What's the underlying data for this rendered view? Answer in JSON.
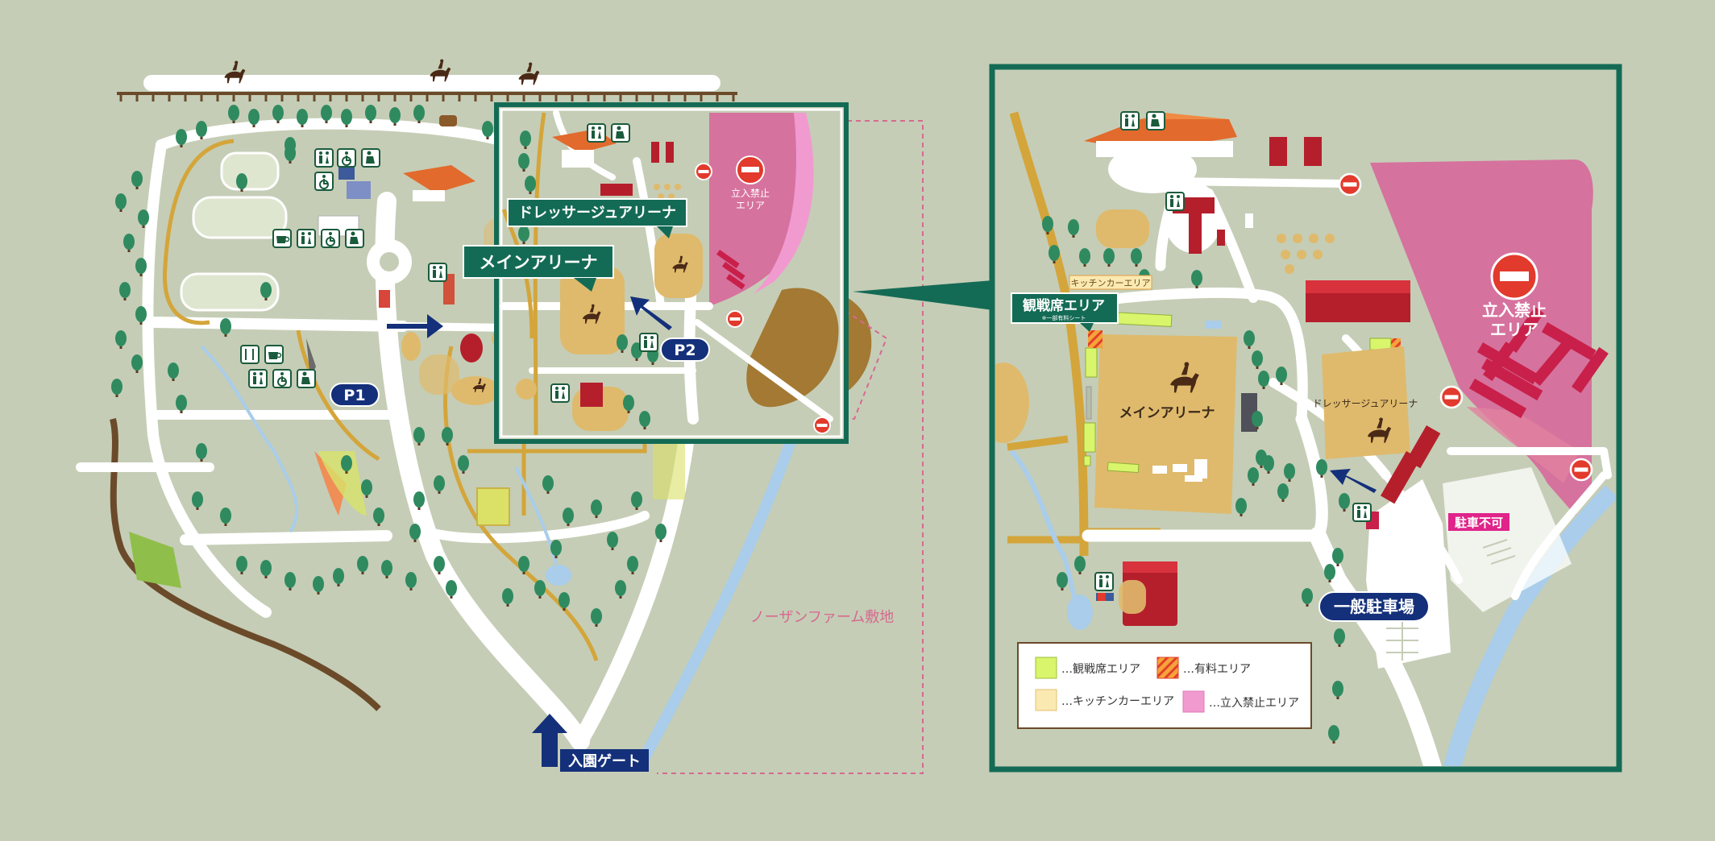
{
  "overview": {
    "main_arena_label": "メインアリーナ",
    "dressage_arena_label": "ドレッサージュアリーナ",
    "no_entry_label_line1": "立入禁止",
    "no_entry_label_line2": "エリア",
    "parking_p1": "P1",
    "parking_p2": "P2",
    "entrance_gate_label": "入園ゲート",
    "northern_farm_label": "ノーザンファーム敷地"
  },
  "detail": {
    "main_arena_label": "メインアリーナ",
    "dressage_arena_label": "ドレッサージュアリーナ",
    "spectator_area_label": "観戦席エリア",
    "spectator_area_sublabel": "※一部有料シート",
    "kitchen_car_area_label": "キッチンカーエリア",
    "no_entry_label_line1": "立入禁止",
    "no_entry_label_line2": "エリア",
    "no_parking_label": "駐車不可",
    "general_parking_label": "一般駐車場"
  },
  "legend": {
    "items": [
      {
        "label": "…観戦席エリア",
        "color": "#d9f56b"
      },
      {
        "label": "…有料エリア",
        "color": "#f28c28"
      },
      {
        "label": "…キッチンカーエリア",
        "color": "#fbe9b2"
      },
      {
        "label": "…立入禁止エリア",
        "color": "#f19ad0"
      }
    ]
  },
  "colors": {
    "background": "#c5cdb6",
    "road": "#ffffff",
    "path": "#d4a53a",
    "arena": "#dfba6c",
    "no_entry": "#d6729e",
    "frame": "#146b55",
    "parking_navy": "#14307a",
    "river": "#a9cdea",
    "tree": "#2f8a60",
    "building_red": "#b51f2c",
    "no_entry_sign": "#e23a2c"
  },
  "icons": [
    "horse-rider-icon",
    "restroom-icon",
    "wheelchair-icon",
    "baby-changing-icon",
    "restaurant-icon",
    "cafe-icon",
    "no-entry-sign-icon",
    "direction-arrow-icon"
  ]
}
